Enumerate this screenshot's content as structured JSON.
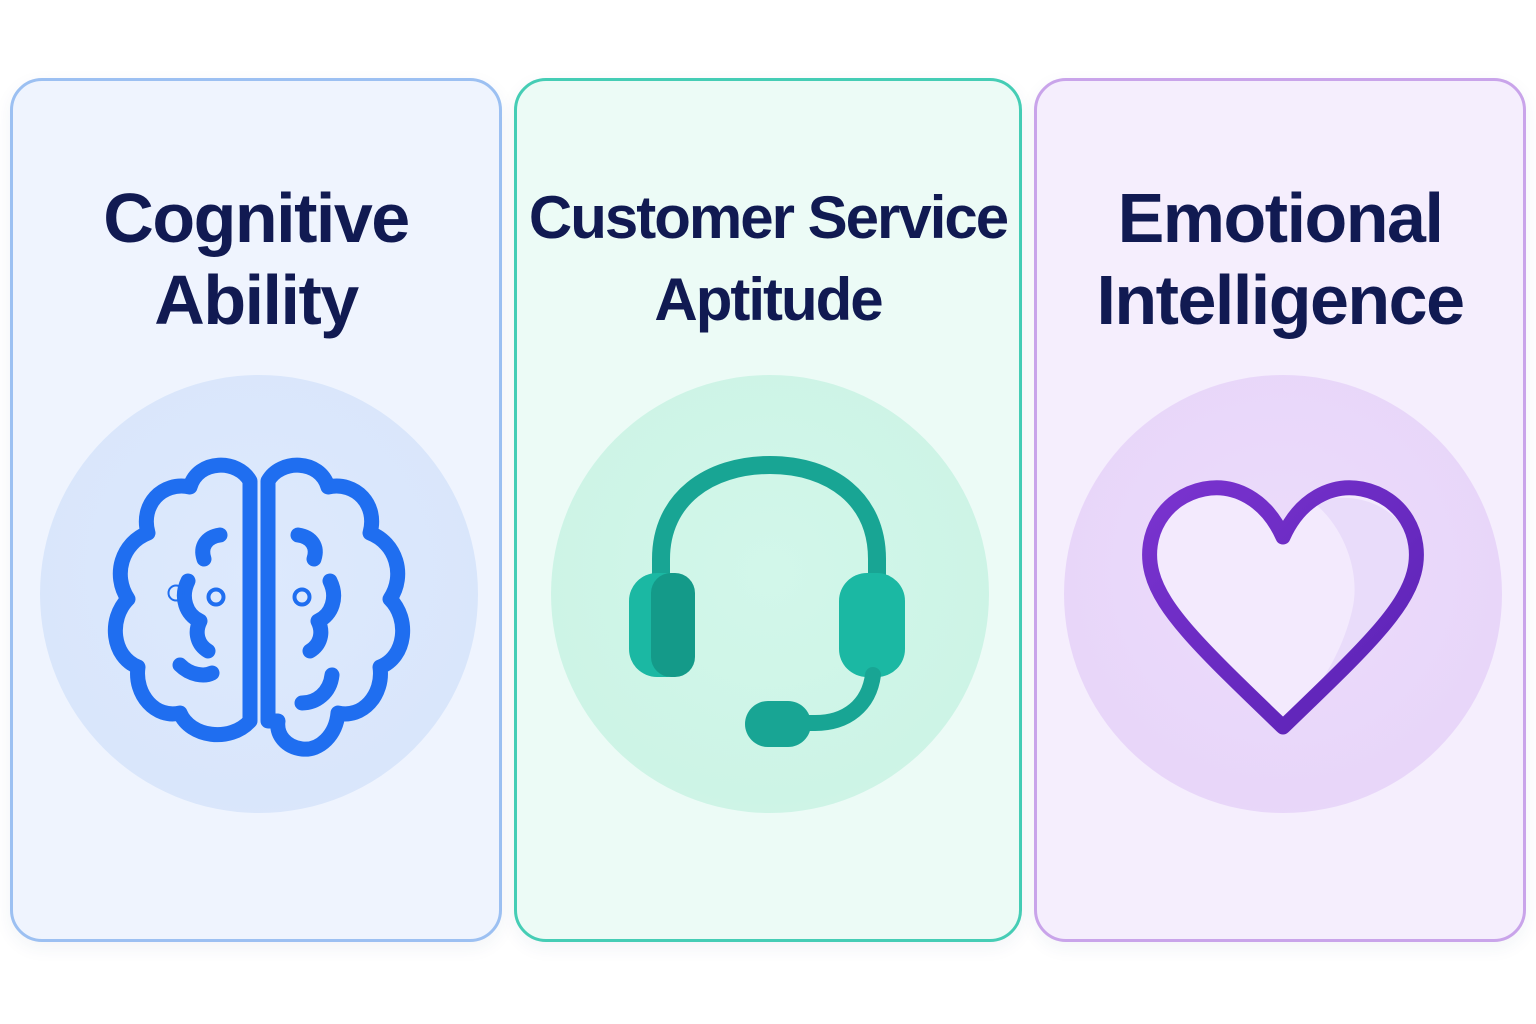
{
  "cards": [
    {
      "title_line1": "Cognitive",
      "title_line2": "Ability",
      "icon": "brain-icon",
      "accent": "#1f6ef0"
    },
    {
      "title_line1": "Customer Service",
      "title_line2": "Aptitude",
      "icon": "headset-icon",
      "accent": "#17a894"
    },
    {
      "title_line1": "Emotional",
      "title_line2": "Intelligence",
      "icon": "heart-icon",
      "accent": "#6a2cc4"
    }
  ]
}
